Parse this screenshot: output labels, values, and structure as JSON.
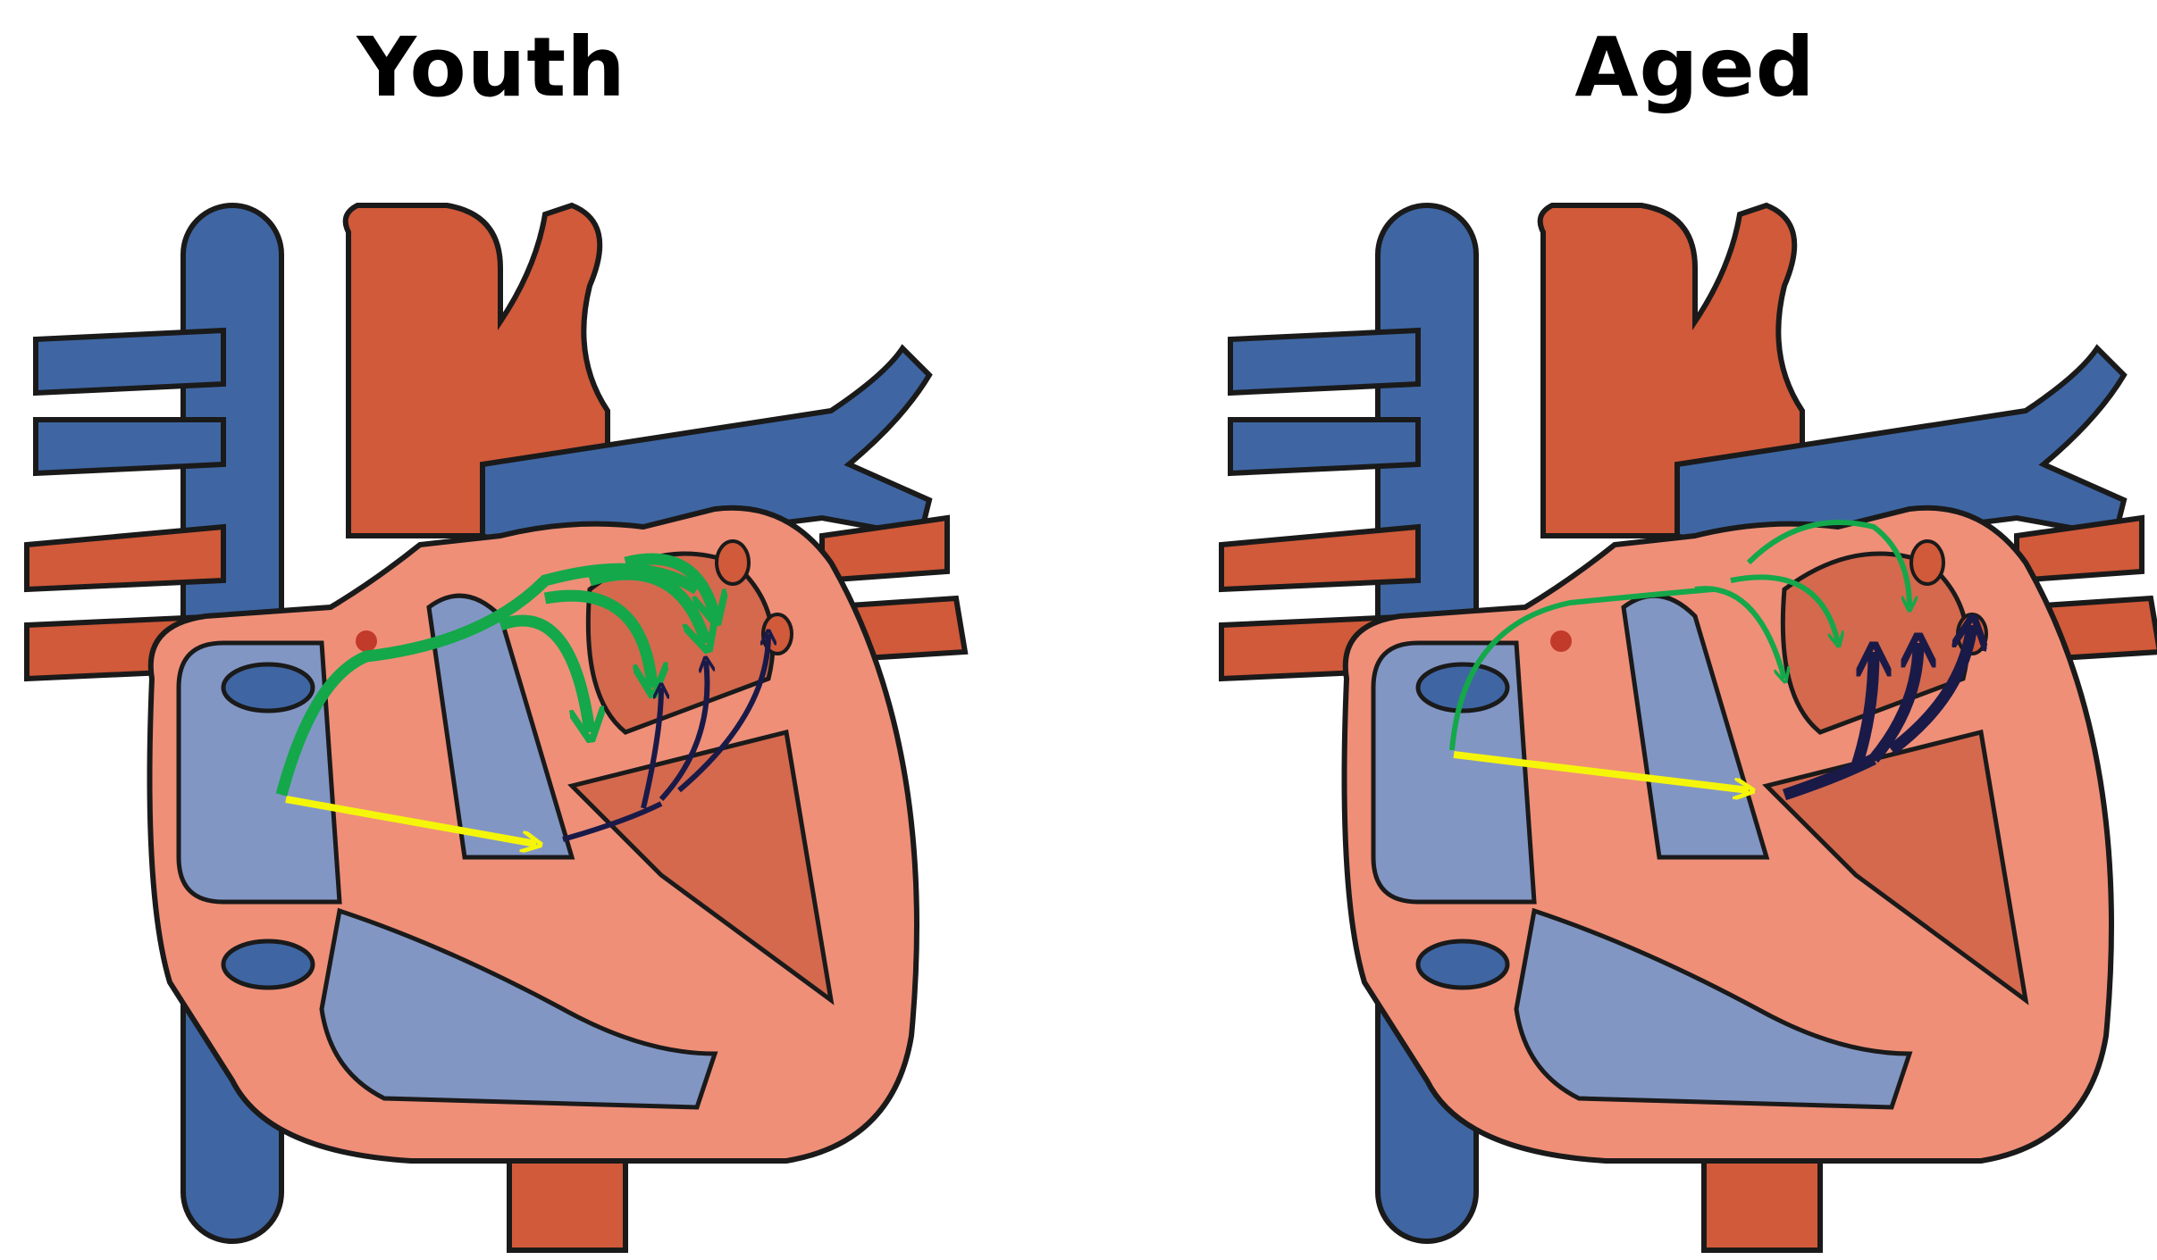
{
  "panels": [
    {
      "title": "Youth",
      "signal_thickness": "thick",
      "arrow_colors": {
        "yellow": "#f5f50a",
        "green": "#14a84a",
        "navy": "#1a1a48"
      }
    },
    {
      "title": "Aged",
      "signal_thickness": "thin",
      "arrow_colors": {
        "yellow": "#f5f50a",
        "green": "#14a84a",
        "navy": "#1a1a48"
      }
    }
  ],
  "colors": {
    "vein_blue": "#3f66a3",
    "artery_red": "#d05a3a",
    "myocardium": "#ef8f78",
    "right_chambers": "#8296c4",
    "left_chambers": "#d4694e",
    "outline": "#1a1a1a"
  },
  "icons": [
    "heart-cross-section-icon"
  ]
}
